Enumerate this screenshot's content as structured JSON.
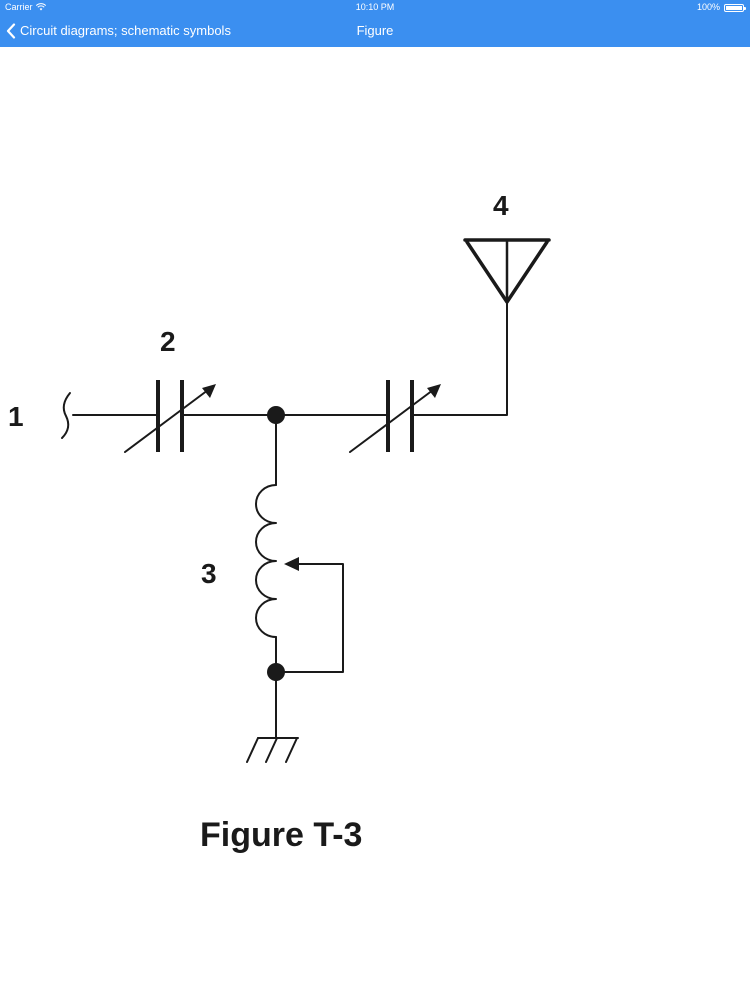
{
  "status_bar": {
    "carrier": "Carrier",
    "time": "10:10 PM",
    "battery": "100%",
    "battery_level": 1.0
  },
  "nav": {
    "back_label": "Circuit diagrams; schematic symbols",
    "title": "Figure"
  },
  "figure": {
    "labels": [
      "1",
      "2",
      "3",
      "4"
    ],
    "caption": "Figure T-3"
  },
  "colors": {
    "header_bg": "#3b8ff0",
    "header_text": "#ffffff",
    "diagram_ink": "#1a1a1a",
    "page_bg": "#ffffff"
  }
}
